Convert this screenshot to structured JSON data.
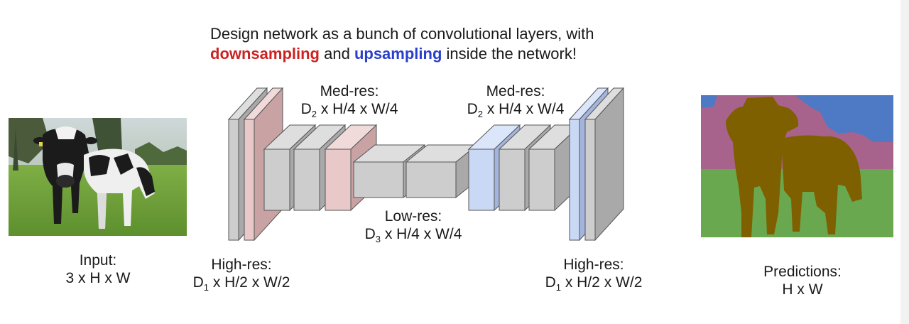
{
  "title": {
    "line1": "Design network as a bunch of convolutional layers, with",
    "downsampling": "downsampling",
    "and": " and ",
    "upsampling": "upsampling",
    "rest": " inside the network!"
  },
  "labels": {
    "input_title": "Input:",
    "input_dims": "3 x H x W",
    "high_res_title": "High-res:",
    "high_res_dims": {
      "pre": "D",
      "sub": "1",
      "post": " x H/2 x W/2"
    },
    "med_res_title": "Med-res:",
    "med_res_dims": {
      "pre": "D",
      "sub": "2",
      "post": " x H/4 x W/4"
    },
    "low_res_title": "Low-res:",
    "low_res_dims": {
      "pre": "D",
      "sub": "3",
      "post": " x H/4 x W/4"
    },
    "pred_title": "Predictions:",
    "pred_dims": "H x W"
  },
  "colors": {
    "gray_front": "#cdcdcd",
    "gray_side": "#a9a9a9",
    "gray_top": "#dedede",
    "pink_front": "#e8c8c8",
    "pink_side": "#c9a3a3",
    "pink_top": "#f1dada",
    "blue_front": "#c9d8f5",
    "blue_side": "#a3b5dc",
    "blue_top": "#dce6fa",
    "seg_pink": "#a8638c",
    "seg_blue": "#4e79c4",
    "seg_green": "#6aa84f",
    "seg_cow": "#7f6000",
    "down_text": "#cc2222",
    "up_text": "#2a3fcc"
  }
}
